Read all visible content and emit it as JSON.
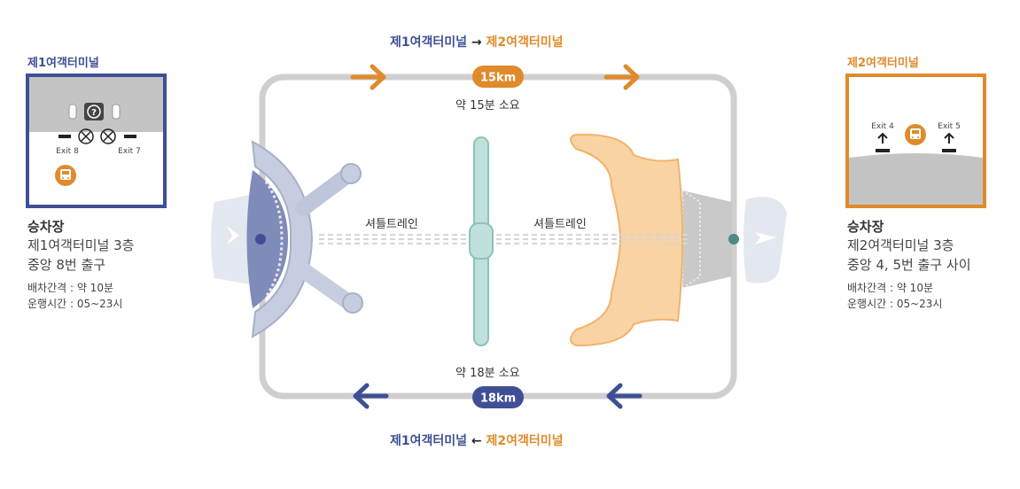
{
  "top_route": {
    "from": "제1여객터미널",
    "arrow": "→",
    "to": "제2여객터미널"
  },
  "bottom_route": {
    "from": "제1여객터미널",
    "arrow": "←",
    "to": "제2여객터미널"
  },
  "top_distance": "15km",
  "top_duration": "약 15분 소요",
  "bottom_distance": "18km",
  "bottom_duration": "약 18분 소요",
  "shuttle_left": "셔틀트레인",
  "shuttle_right": "셔틀트레인",
  "t1": {
    "title": "제1여객터미널",
    "exit_left": "Exit 8",
    "exit_right": "Exit 7",
    "heading": "승차장",
    "line1": "제1여객터미널 3층",
    "line2": "중앙 8번 출구",
    "interval": "배차간격 : 약 10분",
    "hours": "운행시간 : 05~23시"
  },
  "t2": {
    "title": "제2여객터미널",
    "exit_left": "Exit 4",
    "exit_right": "Exit 5",
    "heading": "승차장",
    "line1": "제2여객터미널 3층",
    "line2": "중앙 4, 5번 출구 사이",
    "interval": "배차간격 : 약 10분",
    "hours": "운행시간 : 05~23시"
  },
  "colors": {
    "t1": "#3f4f96",
    "t2": "#e08a2b",
    "loop": "#cfcfcf",
    "train": "#bfe0dc"
  }
}
